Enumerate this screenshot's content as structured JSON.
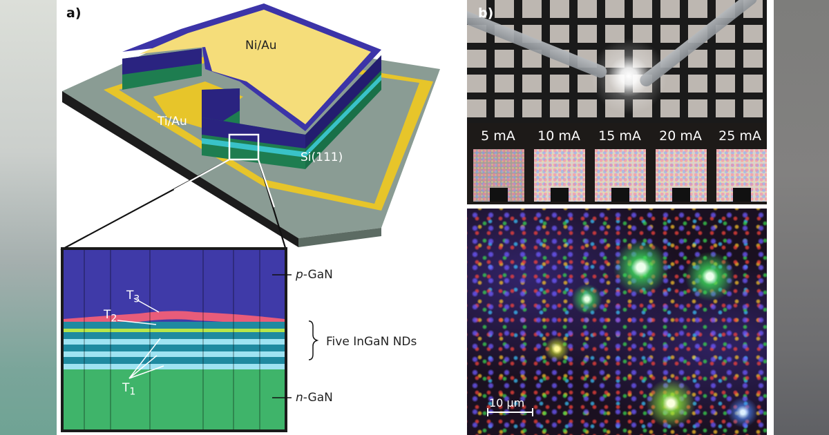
{
  "figure": {
    "panel_a": {
      "label": "a)",
      "device_labels": {
        "top_contact": "Ni/Au",
        "bottom_contact": "Ti/Au",
        "substrate": "Si(111)"
      },
      "inset": {
        "layer_labels": {
          "p_layer": {
            "prefix": "p",
            "suffix": "-GaN"
          },
          "active": "Five InGaN NDs",
          "n_layer": {
            "prefix": "n",
            "suffix": "-GaN"
          }
        },
        "thickness_labels": {
          "t3": {
            "base": "T",
            "sub": "3"
          },
          "t2": {
            "base": "T",
            "sub": "2"
          },
          "t1": {
            "base": "T",
            "sub": "1"
          }
        }
      },
      "colors": {
        "gold": "#f2d873",
        "pGaN": "#3f3aa8",
        "nGaN": "#3fb46a",
        "quantum_well": "#1f8aa0",
        "barrier": "#9fe3f2",
        "substrate": "#8a9c94"
      }
    },
    "panel_b": {
      "label": "b)",
      "currents": [
        "5 mA",
        "10 mA",
        "15 mA",
        "20 mA",
        "25 mA"
      ],
      "scale_bar": "10 μm"
    }
  }
}
